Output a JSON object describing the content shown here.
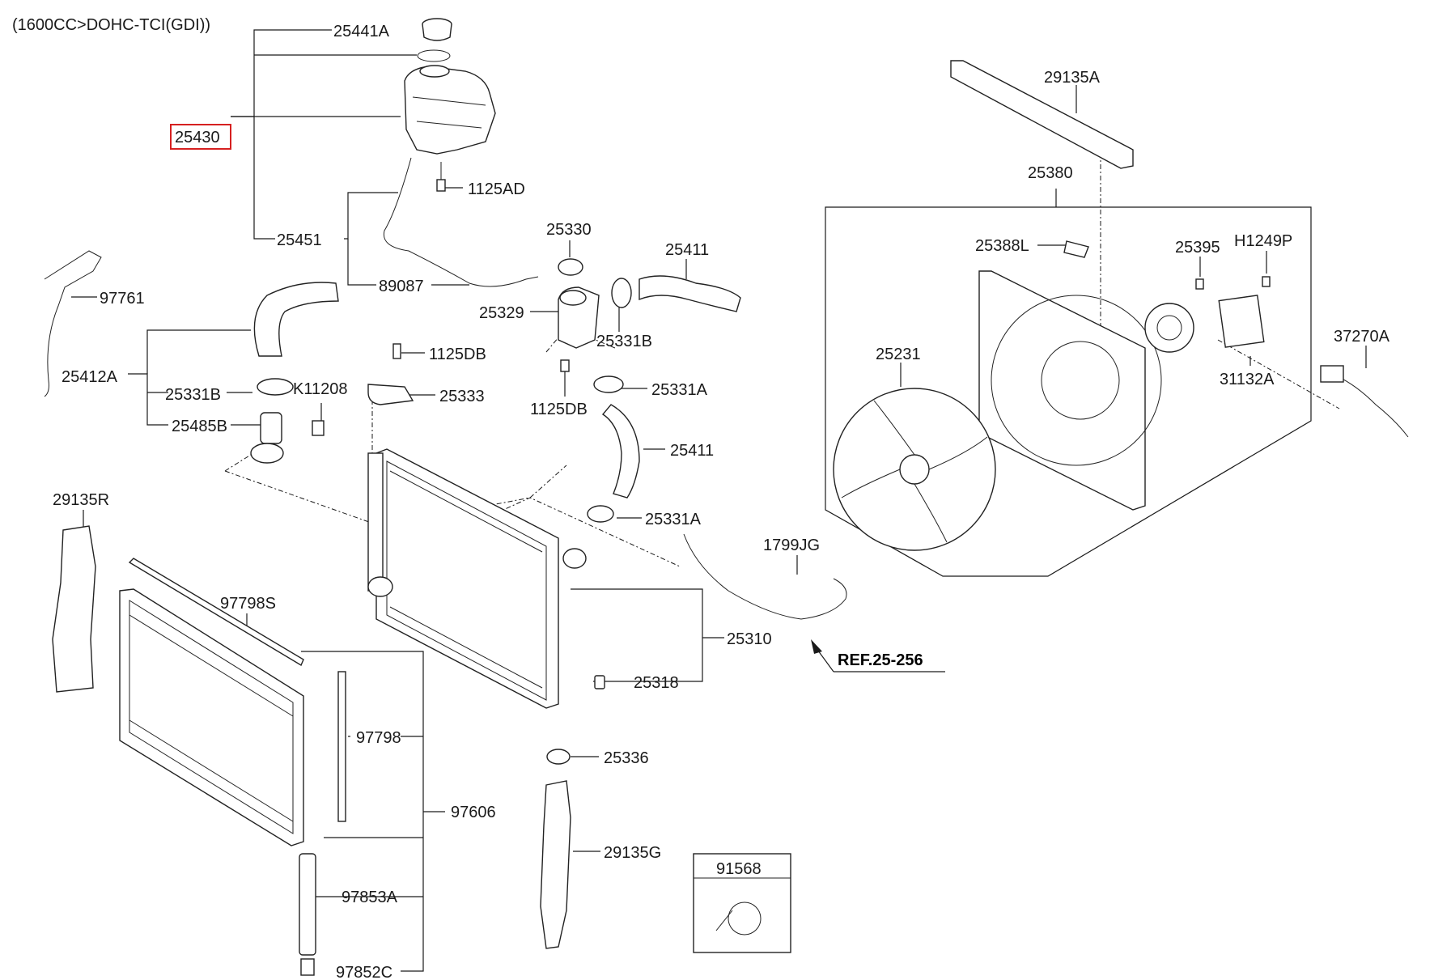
{
  "header": {
    "engine_note": "(1600CC>DOHC-TCI(GDI))"
  },
  "highlight_color": "#d62020",
  "reference": {
    "label": "REF.25-256"
  },
  "inset": {
    "label": "91568"
  },
  "labels": {
    "l25441A": "25441A",
    "l25430": "25430",
    "l1125AD": "1125AD",
    "l25451": "25451",
    "l89087": "89087",
    "l25330": "25330",
    "l25411_top": "25411",
    "l25329": "25329",
    "l25331B_top": "25331B",
    "l97761": "97761",
    "l25412A": "25412A",
    "l25331B": "25331B",
    "lK11208": "K11208",
    "l25485B": "25485B",
    "l1125DB_top": "1125DB",
    "l25333": "25333",
    "l1125DB": "1125DB",
    "l25331A_top": "25331A",
    "l25411": "25411",
    "l25331A": "25331A",
    "l29135R": "29135R",
    "l97798S": "97798S",
    "l97798": "97798",
    "l97606": "97606",
    "l97853A": "97853A",
    "l97852C": "97852C",
    "l25310": "25310",
    "l25318": "25318",
    "l25336": "25336",
    "l29135G": "29135G",
    "l1799JG": "1799JG",
    "l29135A": "29135A",
    "l25380": "25380",
    "l25388L": "25388L",
    "l25395": "25395",
    "lH1249P": "H1249P",
    "l25231": "25231",
    "l37270A": "37270A",
    "l31132A": "31132A"
  }
}
